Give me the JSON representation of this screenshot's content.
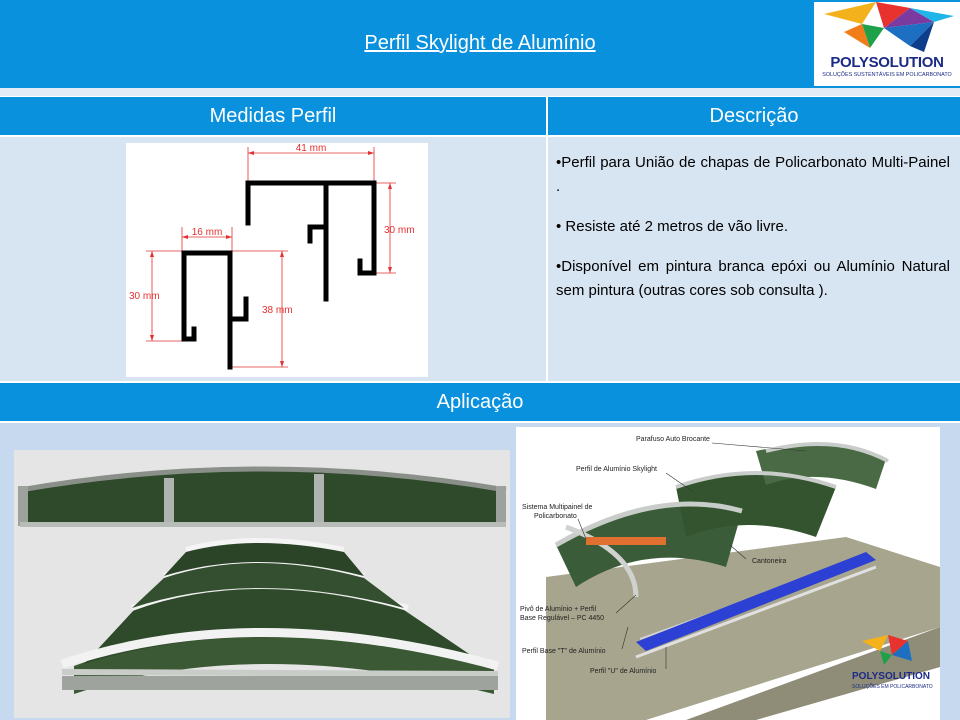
{
  "header": {
    "title": "Perfil Skylight de Alumínio",
    "logo_name": "POLYSOLUTION",
    "logo_tagline": "SOLUÇÕES SUSTENTÁVEIS EM POLICARBONATO"
  },
  "table": {
    "col_left": "Medidas Perfil",
    "col_right": "Descrição"
  },
  "profile_dimensions": {
    "top_width": "41 mm",
    "left_width": "16 mm",
    "right_height": "30 mm",
    "left_height": "30 mm",
    "center_height": "38 mm"
  },
  "description": {
    "item1": "•Perfil para União de chapas de Policarbonato Multi-Painel .",
    "item2": "• Resiste até 2 metros de vão livre.",
    "item3": "•Disponível em pintura branca epóxi ou Alumínio Natural sem pintura (outras cores sob consulta )."
  },
  "application": {
    "title": "Aplicação",
    "labels": {
      "screw": "Parafuso Auto Brocante",
      "skylight_profile": "Perfil de Alumínio Skylight",
      "multipanel": "Sistema Multipainel de",
      "multipanel2": "Policarbonato",
      "angle": "Cantoneira",
      "pivot": "Pivô de Alumínio + Perfil",
      "pivot2": "Base Regulável – PC 4450",
      "t_profile": "Perfil Base \"T\" de Alumínio",
      "u_profile": "Perfil \"U\" de Alumínio"
    },
    "logo_name": "POLYSOLUTION",
    "logo_tagline": "SOLUÇÕES EM POLICARBONATO"
  },
  "colors": {
    "header_blue": "#0a91de",
    "cell_bg": "#d7e4f2",
    "brand_navy": "#1b2a86",
    "dimension_red": "#e53030",
    "panel_green": "#2e4a2a"
  }
}
